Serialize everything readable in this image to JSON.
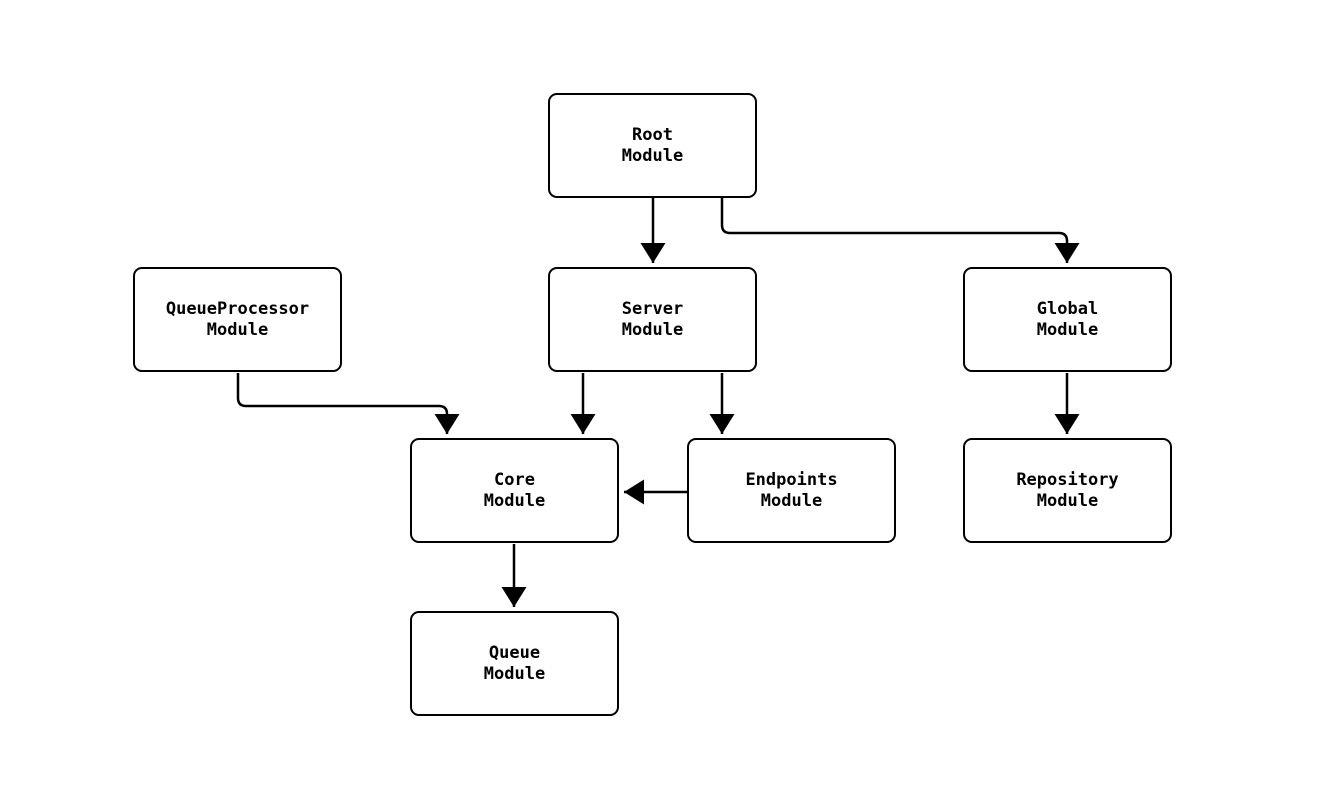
{
  "diagram": {
    "type": "module-dependency-flowchart",
    "colors": {
      "background": "#ffffff",
      "node_fill": "#ffffff",
      "node_border": "#000000",
      "edge": "#000000",
      "text": "#000000"
    }
  },
  "nodes": [
    {
      "id": "root",
      "line1": "Root",
      "line2": "Module"
    },
    {
      "id": "queue-processor",
      "line1": "QueueProcessor",
      "line2": "Module"
    },
    {
      "id": "server",
      "line1": "Server",
      "line2": "Module"
    },
    {
      "id": "global",
      "line1": "Global",
      "line2": "Module"
    },
    {
      "id": "core",
      "line1": "Core",
      "line2": "Module"
    },
    {
      "id": "endpoints",
      "line1": "Endpoints",
      "line2": "Module"
    },
    {
      "id": "repository",
      "line1": "Repository",
      "line2": "Module"
    },
    {
      "id": "queue",
      "line1": "Queue",
      "line2": "Module"
    }
  ],
  "edges": [
    {
      "from": "Root Module",
      "to": "Server Module"
    },
    {
      "from": "Root Module",
      "to": "Global Module"
    },
    {
      "from": "QueueProcessor Module",
      "to": "Core Module"
    },
    {
      "from": "Server Module",
      "to": "Core Module"
    },
    {
      "from": "Server Module",
      "to": "Endpoints Module"
    },
    {
      "from": "Endpoints Module",
      "to": "Core Module"
    },
    {
      "from": "Global Module",
      "to": "Repository Module"
    },
    {
      "from": "Core Module",
      "to": "Queue Module"
    }
  ]
}
